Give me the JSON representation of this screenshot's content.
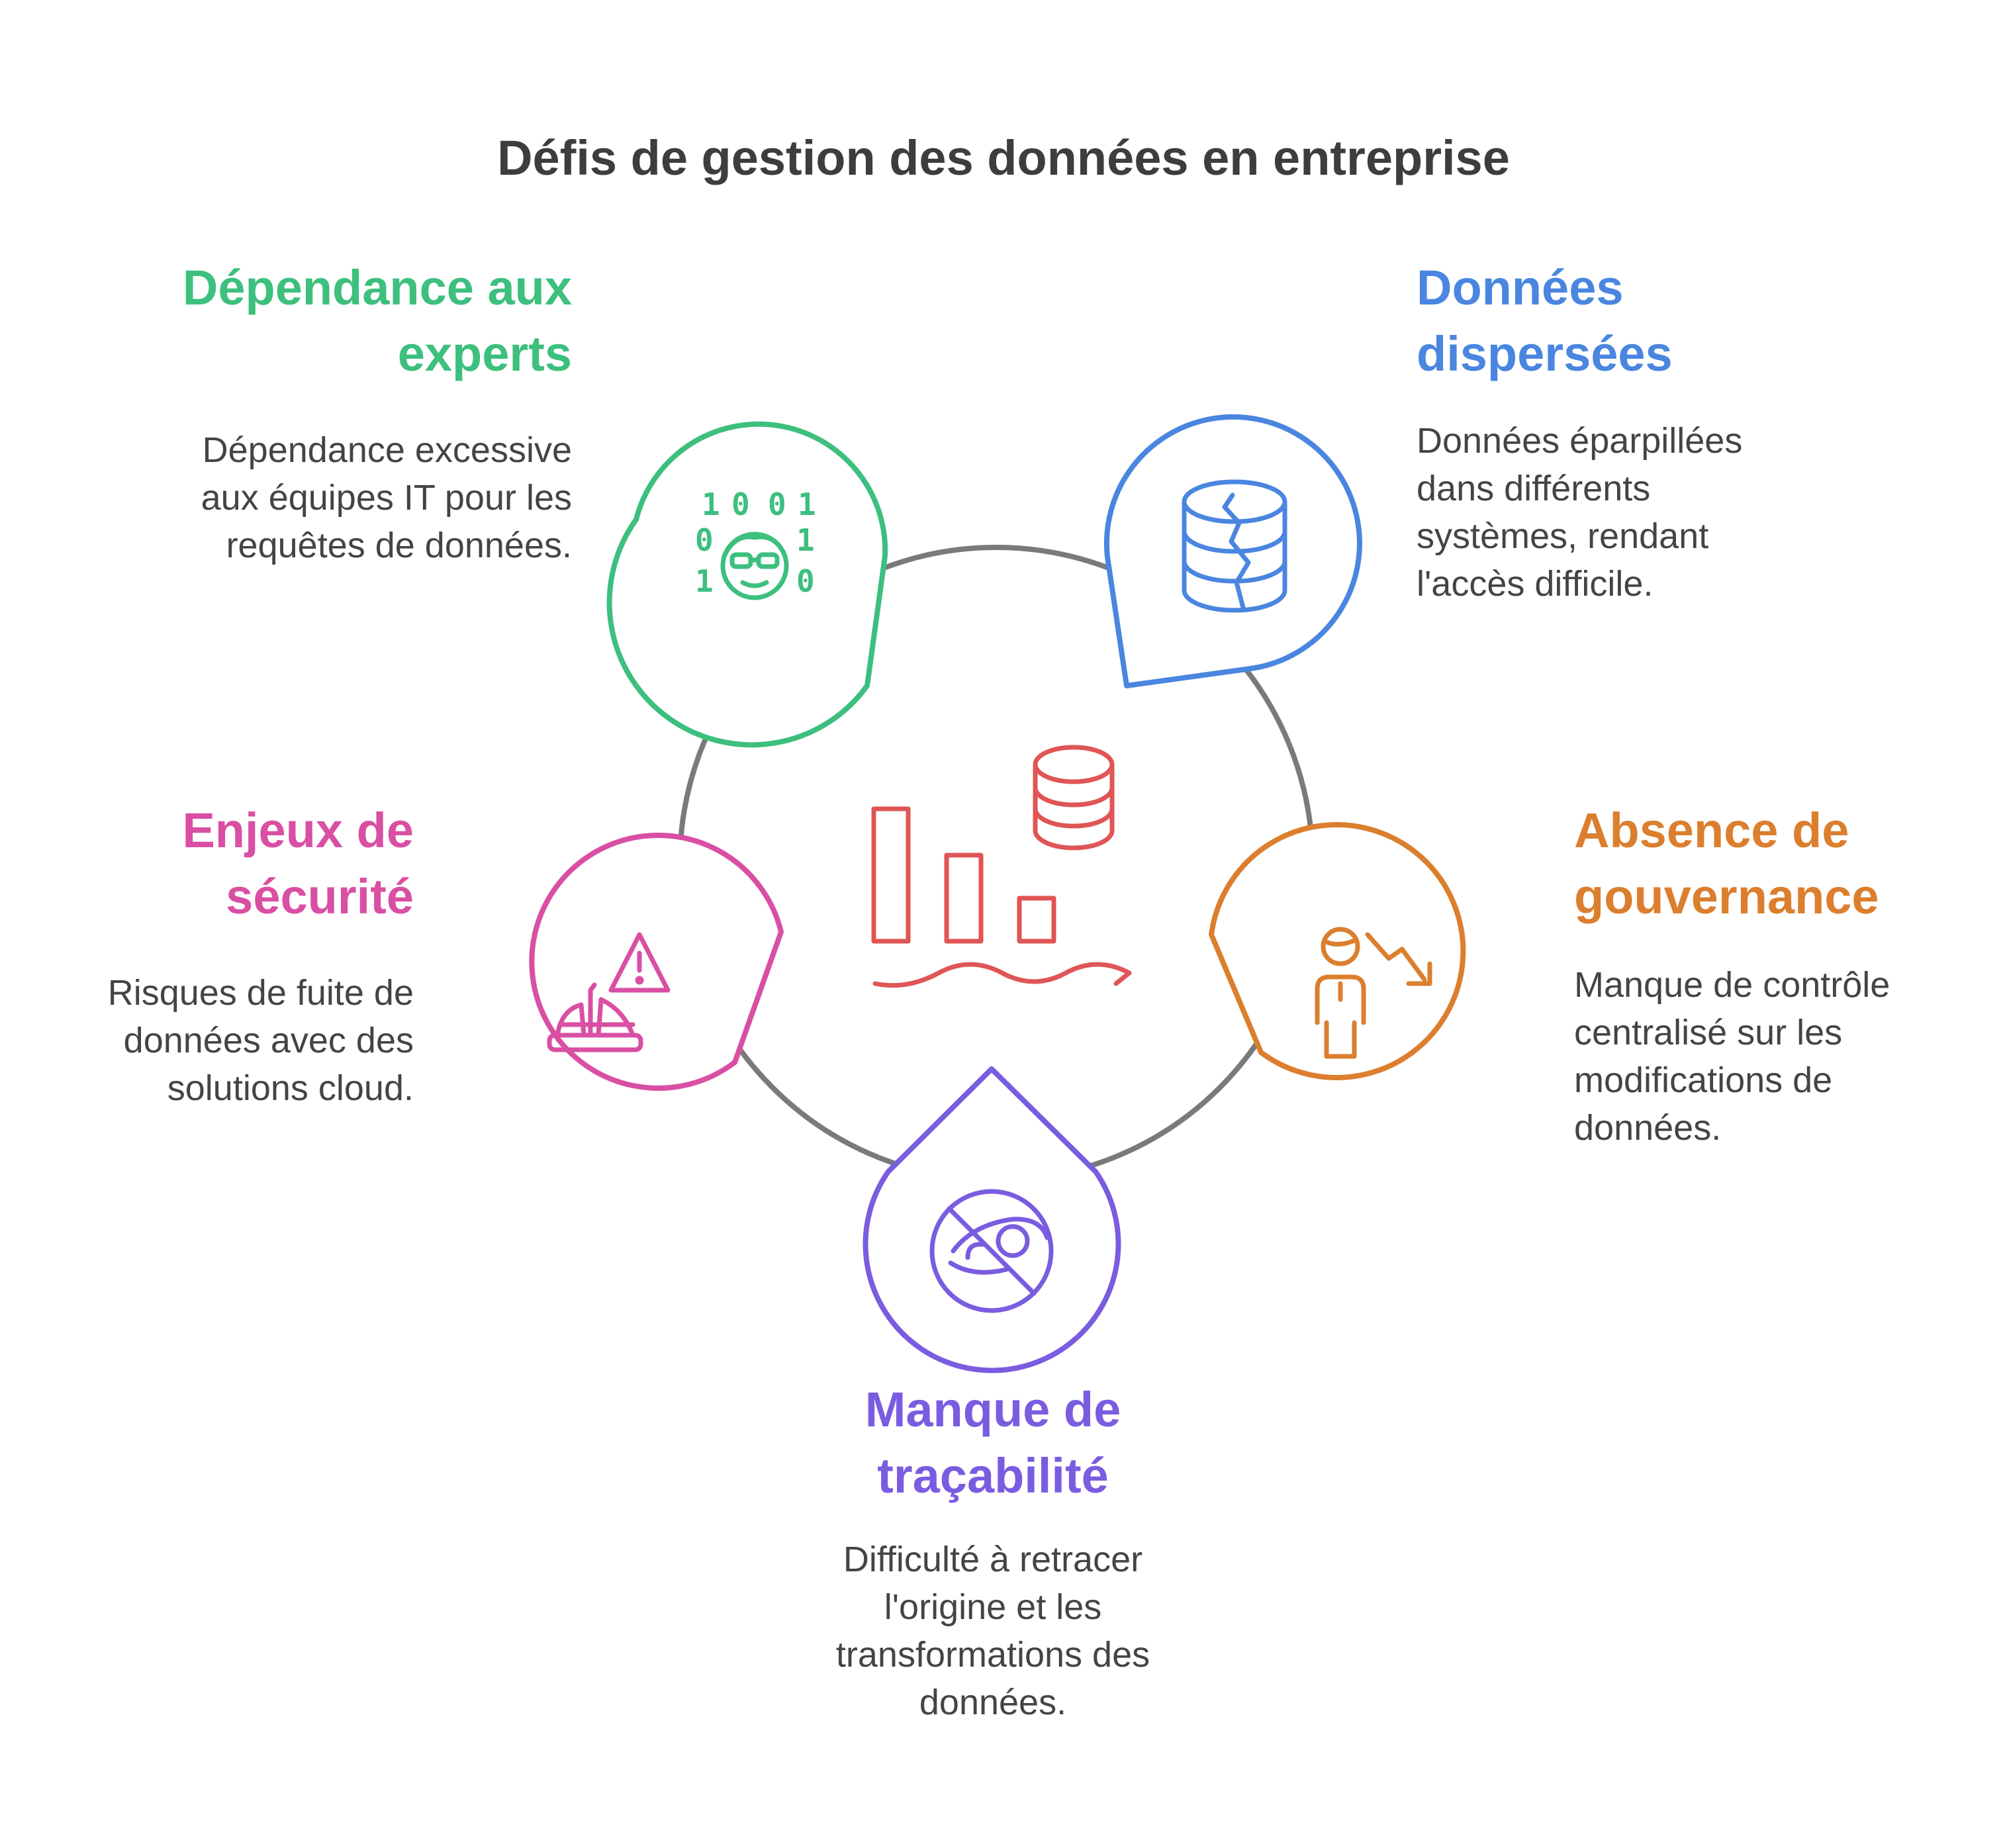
{
  "title": "Défis de gestion des données en entreprise",
  "colors": {
    "ring": "#7a7a7a",
    "experts": "#3dbf7e",
    "dispersed": "#4a86e0",
    "security": "#d94fa3",
    "governance": "#db7f2e",
    "traceability": "#7a5ce0",
    "center": "#e05555",
    "text": "#444444",
    "title": "#3d3d3d"
  },
  "center_icon": "database-bar-chart-water-icon",
  "items": [
    {
      "id": "experts",
      "heading": [
        "Dépendance aux",
        "experts"
      ],
      "description": [
        "Dépendance excessive",
        "aux équipes IT pour les",
        "requêtes de données."
      ],
      "icon": "hacker-binary-icon",
      "binary": [
        "1",
        "0",
        "0",
        "1",
        "0",
        "1",
        "1",
        "0"
      ]
    },
    {
      "id": "dispersed",
      "heading": [
        "Données",
        "dispersées"
      ],
      "description": [
        "Données éparpillées",
        "dans différents",
        "systèmes, rendant",
        "l'accès difficile."
      ],
      "icon": "broken-database-icon"
    },
    {
      "id": "security",
      "heading": [
        "Enjeux de",
        "sécurité"
      ],
      "description": [
        "Risques de fuite de",
        "données avec des",
        "solutions cloud."
      ],
      "icon": "warning-shipwreck-icon"
    },
    {
      "id": "governance",
      "heading": [
        "Absence de",
        "gouvernance"
      ],
      "description": [
        "Manque de contrôle",
        "centralisé sur les",
        "modifications de",
        "données."
      ],
      "icon": "person-trend-down-icon"
    },
    {
      "id": "traceability",
      "heading": [
        "Manque de",
        "traçabilité"
      ],
      "description": [
        "Difficulté à retracer",
        "l'origine et les",
        "transformations des",
        "données."
      ],
      "icon": "eye-slash-icon"
    }
  ]
}
